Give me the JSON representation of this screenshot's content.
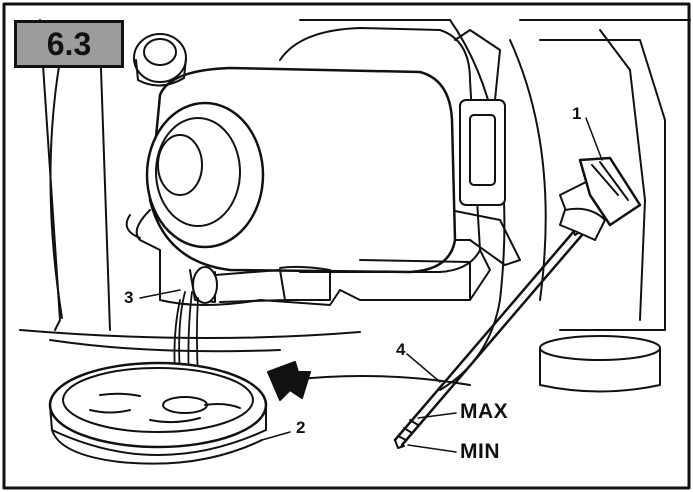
{
  "figure_label": "6.3",
  "callouts": {
    "c1": "1",
    "c2": "2",
    "c3": "3",
    "c4": "4"
  },
  "dipstick_marks": {
    "max": "MAX",
    "min": "MIN"
  },
  "colors": {
    "ink": "#111111",
    "paper": "#ffffff",
    "badge": "#9c9c9c"
  }
}
